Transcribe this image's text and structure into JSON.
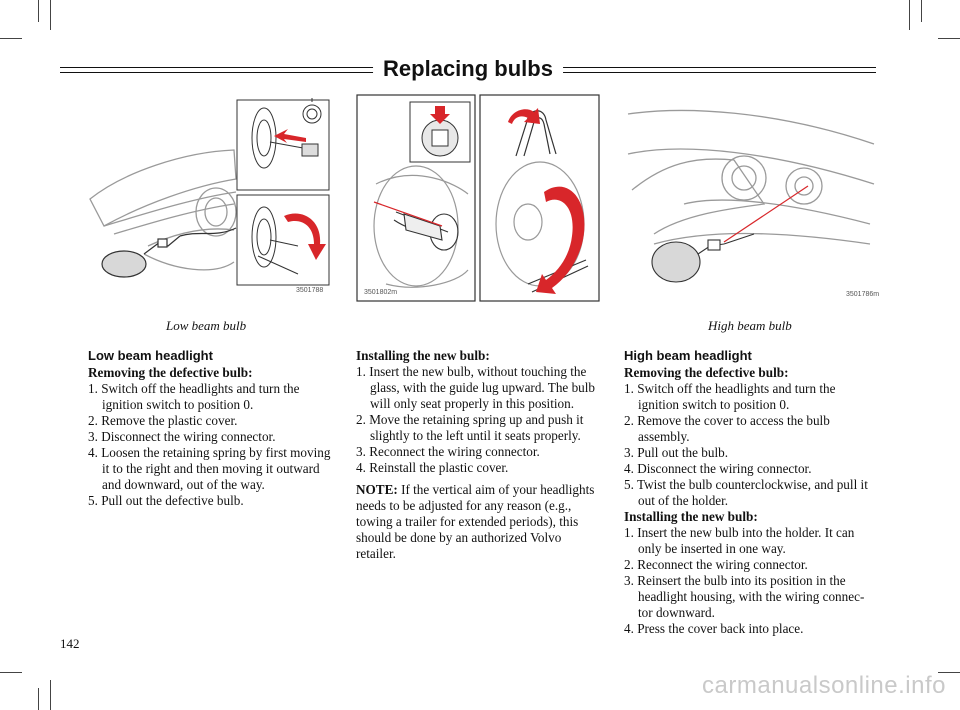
{
  "header": {
    "title": "Replacing bulbs"
  },
  "figures": {
    "fig1_code": "3501788",
    "fig2_code": "3501802m",
    "fig3_code": "3501786m"
  },
  "captions": {
    "left": "Low beam bulb",
    "right": "High beam bulb"
  },
  "low_beam": {
    "heading": "Low beam headlight",
    "removing_title": "Removing the defective bulb:",
    "removing_steps": [
      "1. Switch off the headlights and turn the ignition switch to position 0.",
      "2. Remove the plastic cover.",
      "3. Disconnect the wiring connector.",
      "4. Loosen the retaining spring by first moving it to the right and then moving it outward and downward, out of the way.",
      "5. Pull out the defective bulb."
    ],
    "installing_title": "Installing the new bulb:",
    "installing_steps": [
      "1. Insert the new bulb, without touching the glass, with the guide lug upward. The bulb will only seat properly in this position.",
      "2. Move the retaining spring up and push it slightly to the left until it seats properly.",
      "3. Reconnect the wiring connector.",
      "4. Reinstall the plastic cover."
    ],
    "note_label": "NOTE:",
    "note_text": " If the vertical aim of your headlights needs to be adjusted for any reason (e.g., towing a trailer for extended periods), this should be done by an authorized Volvo retailer."
  },
  "high_beam": {
    "heading": "High beam headlight",
    "removing_title": "Removing the defective bulb:",
    "removing_steps": [
      "1. Switch off the headlights and turn the ignition switch to position 0.",
      "2. Remove the cover to access the bulb assembly.",
      "3. Pull out the bulb.",
      "4. Disconnect the wiring connector.",
      "5. Twist the bulb counterclockwise, and pull it out of the holder."
    ],
    "installing_title": "Installing the new bulb:",
    "installing_steps": [
      "1. Insert the new bulb into the holder. It can only be inserted in one way.",
      "2. Reconnect the wiring connector.",
      "3. Reinsert the bulb into its position in the headlight housing, with the wiring connec- tor downward.",
      "4. Press the cover back into place."
    ]
  },
  "footer": {
    "page_number": "142",
    "watermark": "carmanualsonline.info"
  },
  "colors": {
    "accent_red": "#d8262a",
    "drawing_gray": "#9a9a9a"
  }
}
